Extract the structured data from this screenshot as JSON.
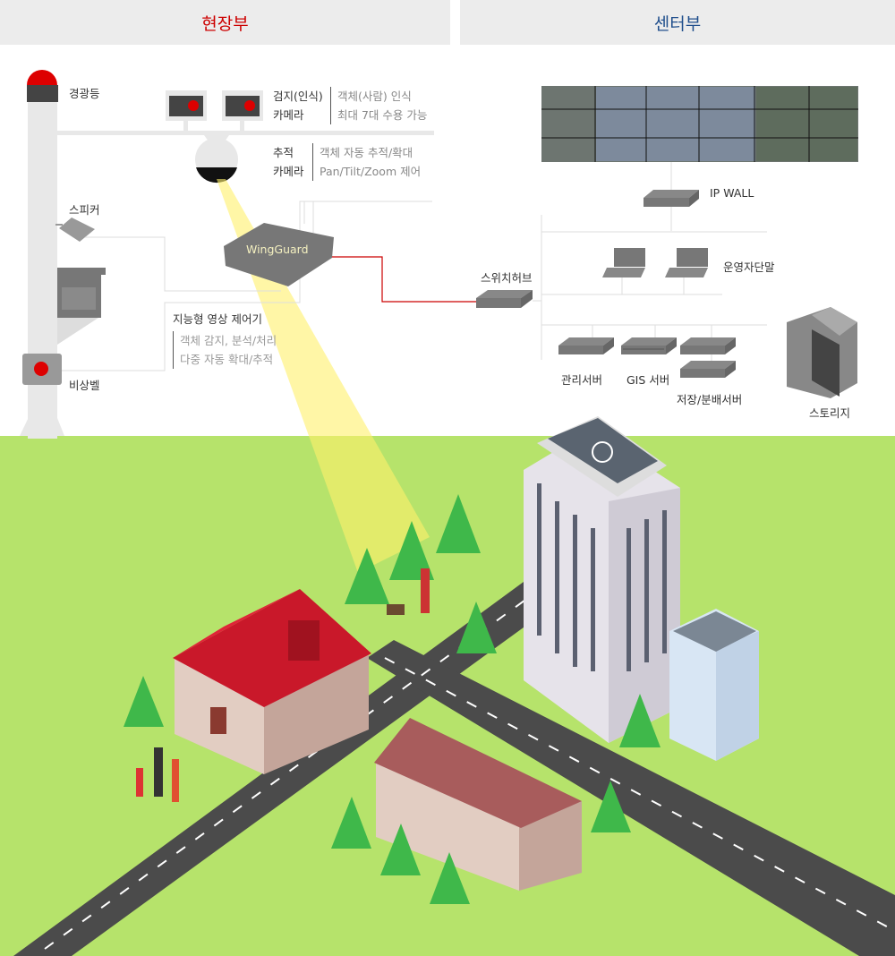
{
  "headers": {
    "field": "현장부",
    "center": "센터부"
  },
  "field": {
    "warning_light": "경광등",
    "detect_camera": {
      "title_1": "검지(인식)",
      "title_2": "카메라",
      "desc_1": "객체(사람) 인식",
      "desc_2": "최대 7대 수용 가능"
    },
    "tracking_camera": {
      "title_1": "추적",
      "title_2": "카메라",
      "desc_1": "객체 자동 추적/확대",
      "desc_2": "Pan/Tilt/Zoom 제어"
    },
    "speaker": "스피커",
    "controller_device": "WingGuard",
    "controller": {
      "title": "지능형 영상 제어기",
      "desc_1": "객체 감지, 분석/처리",
      "desc_2": "다중 자동 확대/추적"
    },
    "emergency_bell": "비상벨"
  },
  "center": {
    "ip_wall": "IP WALL",
    "switch_hub": "스위치허브",
    "operator_terminal": "운영자단말",
    "mgmt_server": "관리서버",
    "gis_server": "GIS 서버",
    "storage_server": "저장/분배서버",
    "storage": "스토리지"
  },
  "colors": {
    "field_title": "#cc0000",
    "center_title": "#1f4e8c",
    "ground": "#b6e36b",
    "road": "#4b4b4b",
    "link": "#cc0000"
  }
}
